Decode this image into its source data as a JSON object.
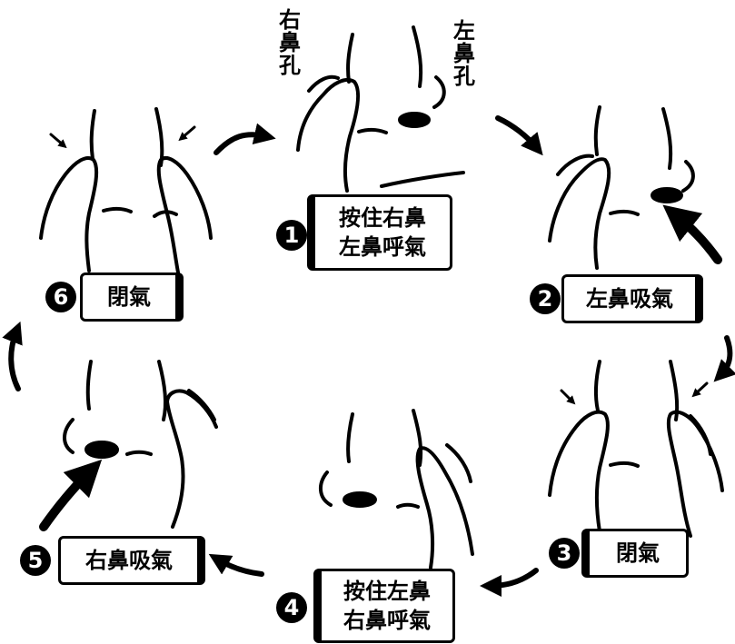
{
  "labels": {
    "right_nostril": "右鼻孔",
    "left_nostril": "左鼻孔"
  },
  "steps": [
    {
      "number": "1",
      "lines": [
        "按住右鼻",
        "左鼻呼氣"
      ]
    },
    {
      "number": "2",
      "lines": [
        "左鼻吸氣"
      ]
    },
    {
      "number": "3",
      "lines": [
        "閉氣"
      ]
    },
    {
      "number": "4",
      "lines": [
        "按住左鼻",
        "右鼻呼氣"
      ]
    },
    {
      "number": "5",
      "lines": [
        "右鼻吸氣"
      ]
    },
    {
      "number": "6",
      "lines": [
        "閉氣"
      ]
    }
  ],
  "colors": {
    "ink": "#000000",
    "background": "#ffffff"
  }
}
